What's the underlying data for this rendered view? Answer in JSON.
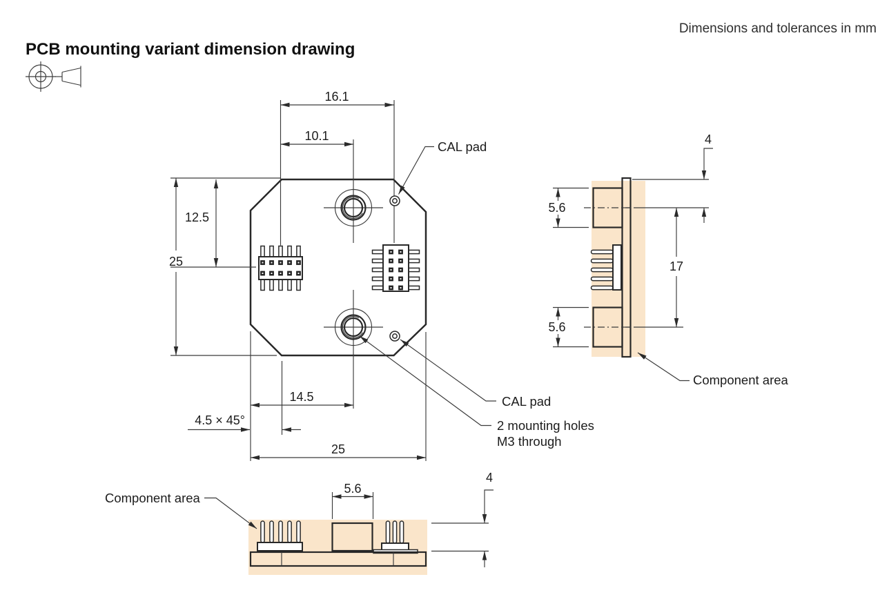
{
  "note": "Dimensions and tolerances in mm",
  "title": "PCB mounting variant dimension drawing",
  "colors": {
    "component_area": "#fae5ca",
    "line": "#282828"
  },
  "icons": {
    "projection": "first-angle-projection-symbol"
  },
  "main_view": {
    "dim_header_spacing": "16.1",
    "dim_header_to_hole": "10.1",
    "dim_top_to_header": "12.5",
    "dim_height": "25",
    "dim_edge_to_hole": "14.5",
    "dim_width": "25",
    "dim_chamfer": "4.5 × 45°",
    "label_cal_pad_top": "CAL pad",
    "label_cal_pad_bottom": "CAL pad",
    "label_mounting_holes_1": "2 mounting holes",
    "label_mounting_holes_2": "M3 through"
  },
  "side_view": {
    "dim_boss_top": "5.6",
    "dim_boss_bottom": "5.6",
    "dim_hole_spacing": "17",
    "dim_edge_to_hole": "4",
    "label_component_area": "Component area"
  },
  "bottom_view": {
    "dim_sensor_width": "5.6",
    "dim_component_height": "4",
    "label_component_area": "Component area"
  }
}
